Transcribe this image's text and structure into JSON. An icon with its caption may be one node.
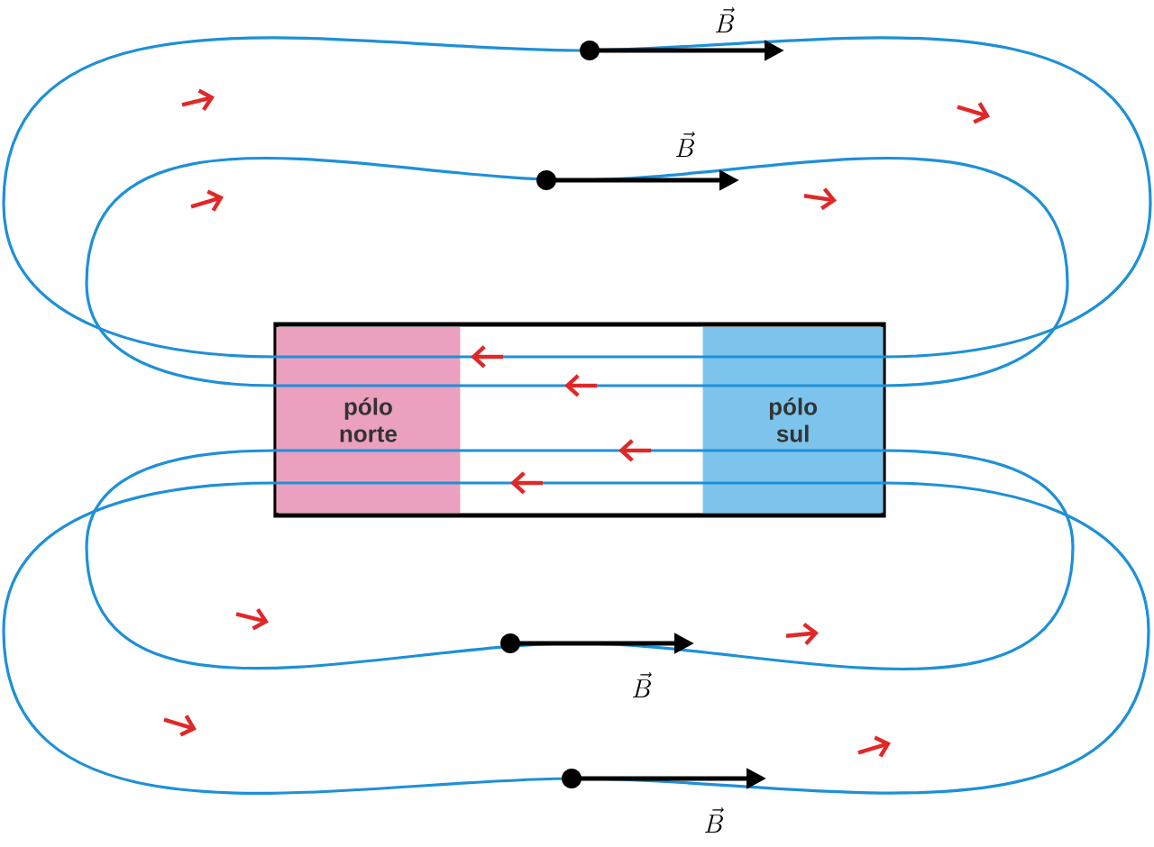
{
  "diagram": {
    "nodes": [
      {
        "text": [],
        "shape": "box"
      },
      {
        "text": [
          "pólo norte"
        ],
        "in": 0
      },
      {
        "text": [
          "pólo sul"
        ],
        "in": 0
      }
    ],
    "labels": [
      "\\vec{B}",
      "\\vec{B}",
      "\\vec{B}",
      "\\vec{B}"
    ]
  }
}
